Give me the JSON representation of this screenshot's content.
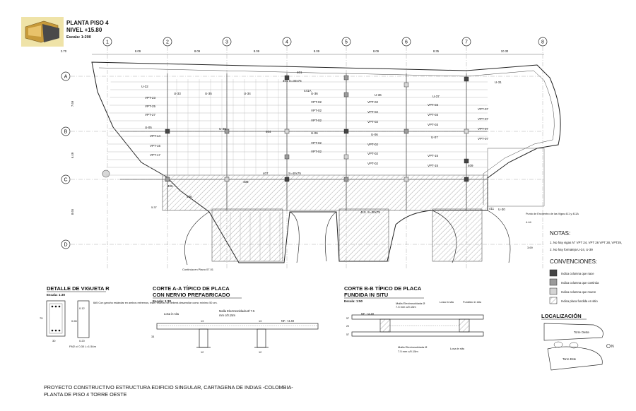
{
  "title_block": {
    "title": "PLANTA PISO 4",
    "level": "NIVEL +15.80",
    "scale": "Escala: 1:200"
  },
  "grid": {
    "columns": [
      "1",
      "2",
      "3",
      "4",
      "5",
      "6",
      "7",
      "8"
    ],
    "rows": [
      "A",
      "B",
      "C",
      "D"
    ],
    "spacings": [
      "2.70",
      "8.09",
      "8.09",
      "8.09",
      "8.09",
      "8.09",
      "8.35",
      "10.30"
    ],
    "row_spacings": [
      "7.69",
      "6.49",
      "8.65"
    ]
  },
  "plan_labels": {
    "beams": [
      "VPT-23",
      "VPT-25",
      "VPT-27",
      "VPT-14",
      "VPT-16",
      "VPT-17",
      "VPT-02",
      "VPT-03",
      "VPT-07",
      "VPT-15",
      "U-32",
      "U-33",
      "U-34",
      "U-35",
      "U-36",
      "U-37",
      "U-38",
      "U-31",
      "U-30",
      "U-39",
      "U-05",
      "U-06",
      "U-07",
      "U-08"
    ],
    "elements": [
      "401",
      "404",
      "405",
      "406",
      "407",
      "408",
      "409",
      "410",
      "411",
      "441A",
      "401 S=30x75",
      "S=40x75",
      "S=30x75"
    ],
    "continua_note": "Continúa en Plano 07.01",
    "encuentro_note": "Punto de Encuentro de las Vigas 411 y 411A",
    "dims_misc": [
      "4.44",
      "3.69",
      "5.37",
      "4.44"
    ]
  },
  "notes": {
    "heading": "NOTAS:",
    "items": [
      "1.    No hay vigas N° VPT 24, VPT 26 VPT 28, VPT29,",
      "2.    No hay formaleja  U-24, U-39"
    ]
  },
  "conventions": {
    "heading": "CONVENCIONES:",
    "items": [
      {
        "label": "Indica columna que nace",
        "fill": "#444444"
      },
      {
        "label": "Indica columna que continúa",
        "fill": "#9a9a9a"
      },
      {
        "label": "Indica columna que muere",
        "fill": "#d4d4d4"
      },
      {
        "label": "Indica placa fundida en sitio",
        "fill": "hatch"
      }
    ]
  },
  "detalle_vigueta": {
    "title": "DETALLE DE VIGUETA R",
    "scale": "Escala: 1:30",
    "note": "6#5 Con gancho estándar en ambos extremos, este refuerzo se deberá desarrollar como mínimo 50 cm.",
    "dims": [
      "0.12",
      "0.65",
      "0.20",
      "30",
      "75"
    ],
    "stirrups": "FM2 c/ 0.30 L=1.54m"
  },
  "corte_aa": {
    "title_line1": "CORTE A-A TÍPICO DE PLACA",
    "title_line2": "CON NERVIO PREFABRICADO",
    "scale": "Escala: 1:30",
    "losa": "Losa in situ",
    "malla": "Malla Electrosoldada Ø 7.5",
    "malla_spacing": "mm c/0.15m",
    "level": "NF. +4.40",
    "dims": [
      "13",
      "13",
      "12",
      "12",
      "33"
    ]
  },
  "corte_bb": {
    "title_line1": "CORTE B-B TÍPICO DE PLACA",
    "title_line2": "FUNDIDA IN SITU",
    "scale": "Escala: 1:50",
    "level": "NF. +4.40",
    "malla_top": "Malla Electrosoldada Ø",
    "malla_top_spacing": "7.5 mm c/0.15m",
    "losa": "Losa in situ",
    "fundido": "Fundido in situ",
    "malla_bottom": "Malla Electrosoldada Ø",
    "malla_bottom_spacing": "7.5 mm c/0.15m",
    "losa_bottom": "Losa in situ",
    "dims": [
      "57",
      "20",
      "57"
    ]
  },
  "localizacion": {
    "heading": "LOCALIZACIÓN",
    "torre_oeste": "Torre Oeste",
    "torre_este": "Torre Este",
    "north": "N"
  },
  "footer": {
    "line1": "PROYECTO CONSTRUCTIVO ESTRUCTURA EDIFICIO SINGULAR, CARTAGENA DE INDIAS -COLOMBIA-",
    "line2": "PLANTA DE PISO 4 TORRE OESTE"
  }
}
